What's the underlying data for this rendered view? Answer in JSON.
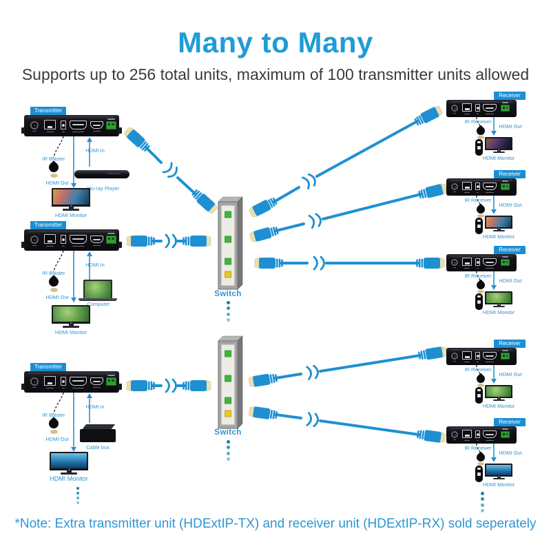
{
  "title": "Many to Many",
  "subtitle": "Supports up to 256 total units, maximum of 100 transmitter units allowed",
  "note": "*Note: Extra transmitter unit (HDExtIP-TX) and receiver unit (HDExtIP-RX) sold seperately",
  "colors": {
    "accent_blue": "#1f9cd8",
    "label_blue": "#2f93d2",
    "badge_blue": "#1a8ed3",
    "cable_blue": "#1e90d2",
    "indicator_green": "#41b53a",
    "indicator_yellow": "#e8c71f"
  },
  "transmitters": [
    {
      "badge": "Transmitter",
      "ir": "IR Blaster",
      "hdmi_in": "HDMI In",
      "hdmi_out": "HDMI Out",
      "source": "blu-ray Player",
      "monitor": "HDMI Monitor"
    },
    {
      "badge": "Transmitter",
      "ir": "IR Blaster",
      "hdmi_in": "HDMI In",
      "hdmi_out": "HDMI Out",
      "source": "Computer",
      "monitor": "HDMI Monitor"
    },
    {
      "badge": "Transmitter",
      "ir": "IR Blaster",
      "hdmi_in": "HDMI in",
      "hdmi_out": "HDMI Out",
      "source": "Cable box",
      "monitor": "HDMI Monitor"
    }
  ],
  "switches": [
    {
      "label": "Switch"
    },
    {
      "label": "Switch"
    }
  ],
  "receivers": [
    {
      "badge": "Receiver",
      "ir": "IR Receiver",
      "hdmi_out": "HDMI Out",
      "monitor": "HDMI Monitor"
    },
    {
      "badge": "Receiver",
      "ir": "IR Receiver",
      "hdmi_out": "HDMI Out",
      "monitor": "HDMI Monitor"
    },
    {
      "badge": "Receiver",
      "ir": "IR Receiver",
      "hdmi_out": "HDMI Out",
      "monitor": "HDMI Monitor"
    },
    {
      "badge": "Receiver",
      "ir": "IR Receiver",
      "hdmi_out": "HDMI Out",
      "monitor": "HDMI Monitor"
    },
    {
      "badge": "Receiver",
      "ir": "IR Receiver",
      "hdmi_out": "HDMI Out",
      "monitor": "HDMI Monitor"
    }
  ]
}
